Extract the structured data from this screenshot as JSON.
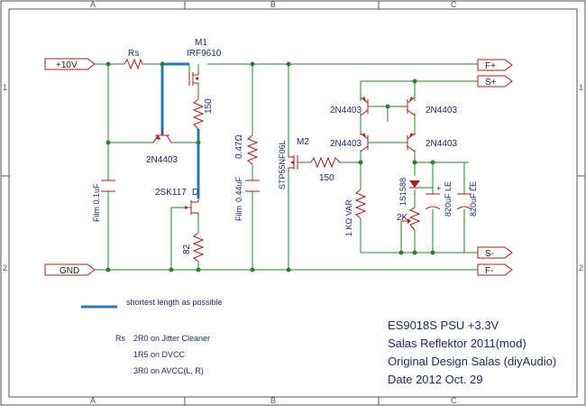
{
  "frame": {
    "cols": [
      "A",
      "B",
      "C"
    ],
    "rows": [
      "1",
      "2"
    ]
  },
  "ports": {
    "vin": "+10V",
    "gnd": "GND",
    "f_plus": "F+",
    "s_plus": "S+",
    "s_minus": "S-",
    "f_minus": "F-"
  },
  "components": {
    "rs": "Rs",
    "m1_ref": "M1",
    "m1_part": "IRF9610",
    "r150_upper": "150",
    "q_2n4403": "2N4403",
    "c_film_left": "Film  0.1uF",
    "jfet": "2SK117",
    "jfet_pin": "D",
    "r82": "82",
    "c_film_mid_val": "0.44uF",
    "c_film_mid_type": "Film",
    "r_047": "0.47Ω",
    "m2_part": "STP55NF06L",
    "m2_ref": "M2",
    "r150_gate": "150",
    "q_tl": "2N4403",
    "q_tr": "2N4403",
    "q_ml": "2N4403",
    "q_mr": "2N4403",
    "r_1k_var": "1 KΩ VAR",
    "diode": "1S1588",
    "pot_2k": "2K",
    "cap_820_a": "820uF LE",
    "cap_820_b": "820uF LE"
  },
  "legend": {
    "thick_line_note": "shortest length as possible",
    "color": "#2878b8"
  },
  "notes": {
    "rs_title": "Rs",
    "rs_line1": "2R0 on Jitter Cleaner",
    "rs_line2": "1R5 on DVCC",
    "rs_line3": "3R0 on AVCC(L, R)"
  },
  "title_block": {
    "line1": "ES9018S PSU +3.3V",
    "line2": "Salas Reflektor 2011(mod)",
    "line3": "Original Design Salas (diyAudio)",
    "line4": "Date 2012 Oct. 29"
  },
  "colors": {
    "wire": "#2e7d32",
    "component": "#a02020",
    "text": "#1e2a66",
    "thick_wire": "#2878b8"
  }
}
